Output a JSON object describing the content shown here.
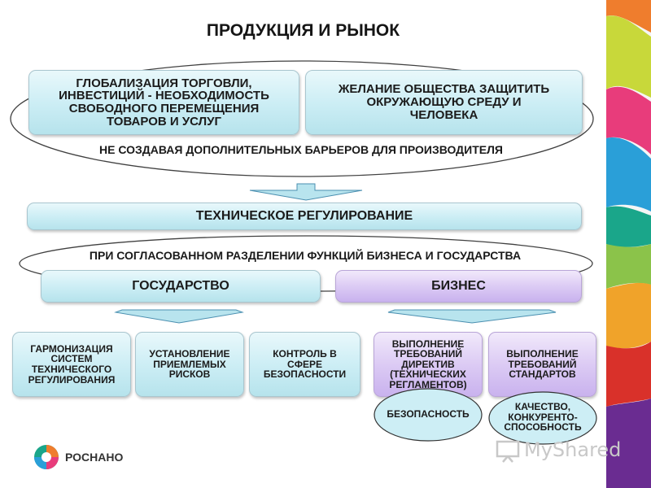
{
  "title": "ПРОДУКЦИЯ И РЫНОК",
  "top": {
    "left_box": "ГЛОБАЛИЗАЦИЯ ТОРГОВЛИ, ИНВЕСТИЦИЙ - НЕОБХОДИМОСТЬ СВОБОДНОГО ПЕРЕМЕЩЕНИЯ ТОВАРОВ И УСЛУГ",
    "right_box": "ЖЕЛАНИЕ ОБЩЕСТВА ЗАЩИТИТЬ ОКРУЖАЮЩУЮ СРЕДУ И ЧЕЛОВЕКА",
    "condition": "НЕ СОЗДАВАЯ ДОПОЛНИТЕЛЬНЫХ БАРЬЕРОВ ДЛЯ ПРОИЗВОДИТЕЛЯ"
  },
  "tech_regulation": "ТЕХНИЧЕСКОЕ РЕГУЛИРОВАНИЕ",
  "middle_condition": "ПРИ СОГЛАСОВАННОМ РАЗДЕЛЕНИИ ФУНКЦИЙ БИЗНЕСА И ГОСУДАРСТВА",
  "state": {
    "label": "ГОСУДАРСТВО",
    "items": [
      "ГАРМОНИЗАЦИЯ СИСТЕМ ТЕХНИЧЕСКОГО РЕГУЛИРОВАНИЯ",
      "УСТАНОВЛЕНИЕ ПРИЕМЛЕМЫХ РИСКОВ",
      "КОНТРОЛЬ В СФЕРЕ БЕЗОПАСНОСТИ"
    ]
  },
  "business": {
    "label": "БИЗНЕС",
    "items": [
      "ВЫПОЛНЕНИЕ ТРЕБОВАНИЙ ДИРЕКТИВ (ТЕХНИЧЕСКИХ РЕГЛАМЕНТОВ)",
      "ВЫПОЛНЕНИЕ ТРЕБОВАНИЙ СТАНДАРТОВ"
    ],
    "results": [
      "БЕЗОПАСНОСТЬ",
      "КАЧЕСТВО, КОНКУРЕНТО-СПОСОБНОСТЬ"
    ]
  },
  "logo": {
    "text": "РОСНАНО"
  },
  "watermark": {
    "text": "MyShared"
  },
  "colors": {
    "cyan_box": "#cdeef5",
    "purple_box": "#dccbf4",
    "arrow": "#b8e4ee"
  }
}
